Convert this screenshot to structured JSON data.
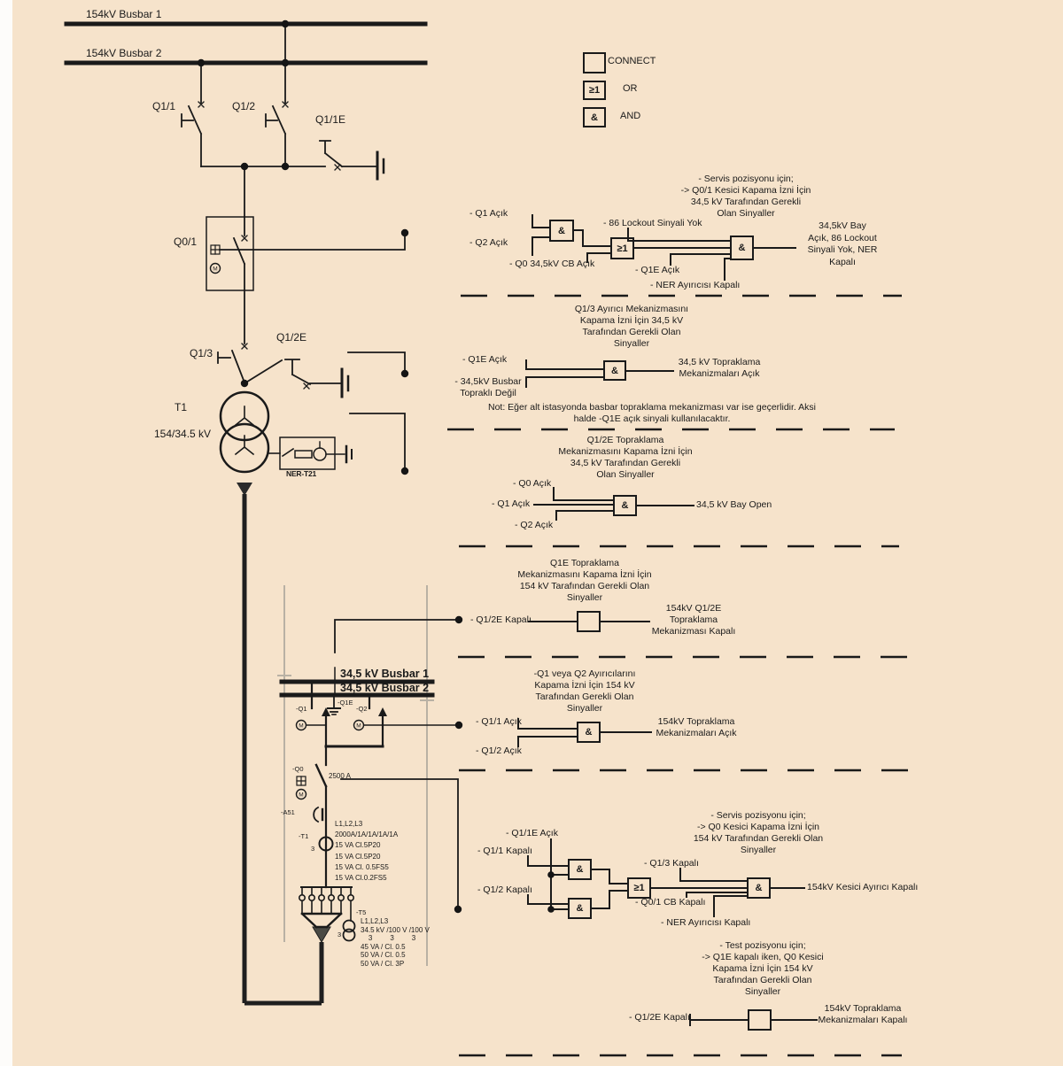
{
  "legend": {
    "connect_label": "CONNECT",
    "or_label": "OR",
    "and_label": "AND",
    "or_symbol": "≥1",
    "and_symbol": "&"
  },
  "colors": {
    "background": "#f6e3cb",
    "line": "#1a1a1a",
    "muted_line": "#b9b1a4"
  },
  "sld": {
    "busbar1": "154kV Busbar 1",
    "busbar2": "154kV Busbar 2",
    "q1_1": "Q1/1",
    "q1_2": "Q1/2",
    "q1_1e": "Q1/1E",
    "q0_1": "Q0/1",
    "q1_2e": "Q1/2E",
    "q1_3": "Q1/3",
    "t1": "T1",
    "t1_ratio": "154/34.5 kV",
    "ner": "NER-T21",
    "motor_m": "M",
    "mv_busbar1": "34,5 kV Busbar 1",
    "mv_busbar2": "34,5 kV Busbar 2",
    "mv_q1": "-Q1",
    "mv_q1e": "-Q1E",
    "mv_q2": "-Q2",
    "mv_q0": "-Q0",
    "mv_q0_rating": "2500 A",
    "mv_a51": "-A51",
    "mv_t1": "-T1",
    "mv_t1_phases": "3",
    "mv_t1_spec": "L1,L2,L3\n2000A/1A/1A/1A/1A\n15 VA Cl.5P20\n15 VA Cl.5P20\n15 VA Cl. 0.5FS5\n15 VA Cl.0.2FS5",
    "mv_t5": "-T5",
    "mv_t5_phases": "3",
    "mv_t5_spec": "L1,L2,L3\n34.5 kV /100 V /100 V\n    3         3         3\n45 VA / Cl. 0.5\n50 VA / Cl. 0.5\n50 VA / Cl. 3P"
  },
  "blocks": {
    "b1": {
      "title": "- Servis pozisyonu için;\n-> Q0/1 Kesici Kapama İzni İçin\n34,5 kV Tarafından Gerekli\nOlan Sinyaller",
      "in_q1": "- Q1 Açık",
      "in_q2": "- Q2 Açık",
      "in_q0": "- Q0 34,5kV CB Açık",
      "in_86": "- 86 Lockout Sinyali Yok",
      "in_q1e": "- Q1E Açık",
      "in_ner": "- NER  Ayırıcısı Kapalı",
      "out": "34,5kV Bay\nAçık, 86 Lockout\nSinyali Yok, NER\nKapalı"
    },
    "b2": {
      "title": "Q1/3 Ayırıcı Mekanizmasını\nKapama İzni İçin 34,5 kV\nTarafından Gerekli Olan\nSinyaller",
      "in_q1e": "- Q1E Açık",
      "in_busbar": "- 34,5kV Busbar\nTopraklı Değil",
      "out": "34,5 kV Topraklama\nMekanizmaları Açık",
      "note": "Not: Eğer alt istasyonda basbar topraklama mekanizması var ise geçerlidir. Aksi\nhalde -Q1E açık sinyali kullanılacaktır."
    },
    "b3": {
      "title": "Q1/2E Topraklama\nMekanizmasını Kapama İzni İçin\n34,5 kV Tarafından  Gerekli\nOlan Sinyaller",
      "in_q0": "- Q0 Açık",
      "in_q1": "- Q1 Açık",
      "in_q2": "- Q2 Açık",
      "out": "34,5 kV Bay Open"
    },
    "b4": {
      "title": "Q1E Topraklama\nMekanizmasını Kapama İzni İçin\n154 kV Tarafından Gerekli Olan\nSinyaller",
      "in": "- Q1/2E Kapalı",
      "out": "154kV Q1/2E\nTopraklama\nMekanizması Kapalı"
    },
    "b5": {
      "title": "-Q1 veya Q2  Ayırıcılarını\nKapama İzni İçin 154 kV\nTarafından Gerekli Olan\nSinyaller",
      "in1": "- Q1/1 Açık",
      "in2": "- Q1/2 Açık",
      "out": "154kV Topraklama\nMekanizmaları Açık"
    },
    "b6": {
      "title": "- Servis pozisyonu için;\n-> Q0 Kesici Kapama İzni İçin\n154 kV Tarafından Gerekli Olan\nSinyaller",
      "in_q11e": "- Q1/1E Açık",
      "in_q11": "- Q1/1 Kapalı",
      "in_q12": "- Q1/2 Kapalı",
      "in_q13": "- Q1/3 Kapalı",
      "in_q01": "- Q0/1 CB Kapalı",
      "in_ner": "- NER Ayırıcısı Kapalı",
      "out": "154kV Kesici Ayırıcı Kapalı"
    },
    "b7": {
      "title": "- Test pozisyonu için;\n-> Q1E kapalı iken, Q0 Kesici\nKapama İzni İçin 154 kV\nTarafından Gerekli Olan\nSinyaller",
      "in": "- Q1/2E Kapalı",
      "out": "154kV Topraklama\nMekanizmaları Kapalı"
    }
  }
}
